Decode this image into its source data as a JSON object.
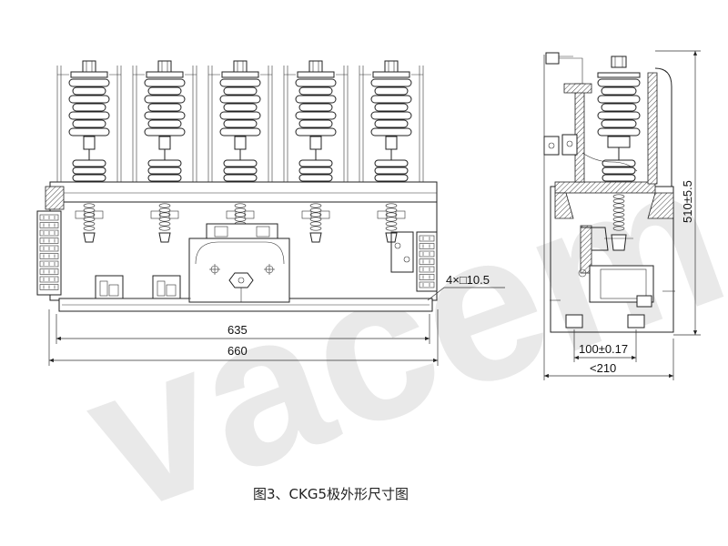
{
  "watermark": "vacem",
  "front_view": {
    "dim_inner_width": "635",
    "dim_outer_width": "660",
    "mounting_hole_note": "4×□10.5",
    "pole_count": 5
  },
  "side_view": {
    "dim_height": "510±5.5",
    "dim_hole_spacing": "100±0.17",
    "dim_depth": "<210"
  },
  "caption": "图3、CKG5极外形尺寸图"
}
